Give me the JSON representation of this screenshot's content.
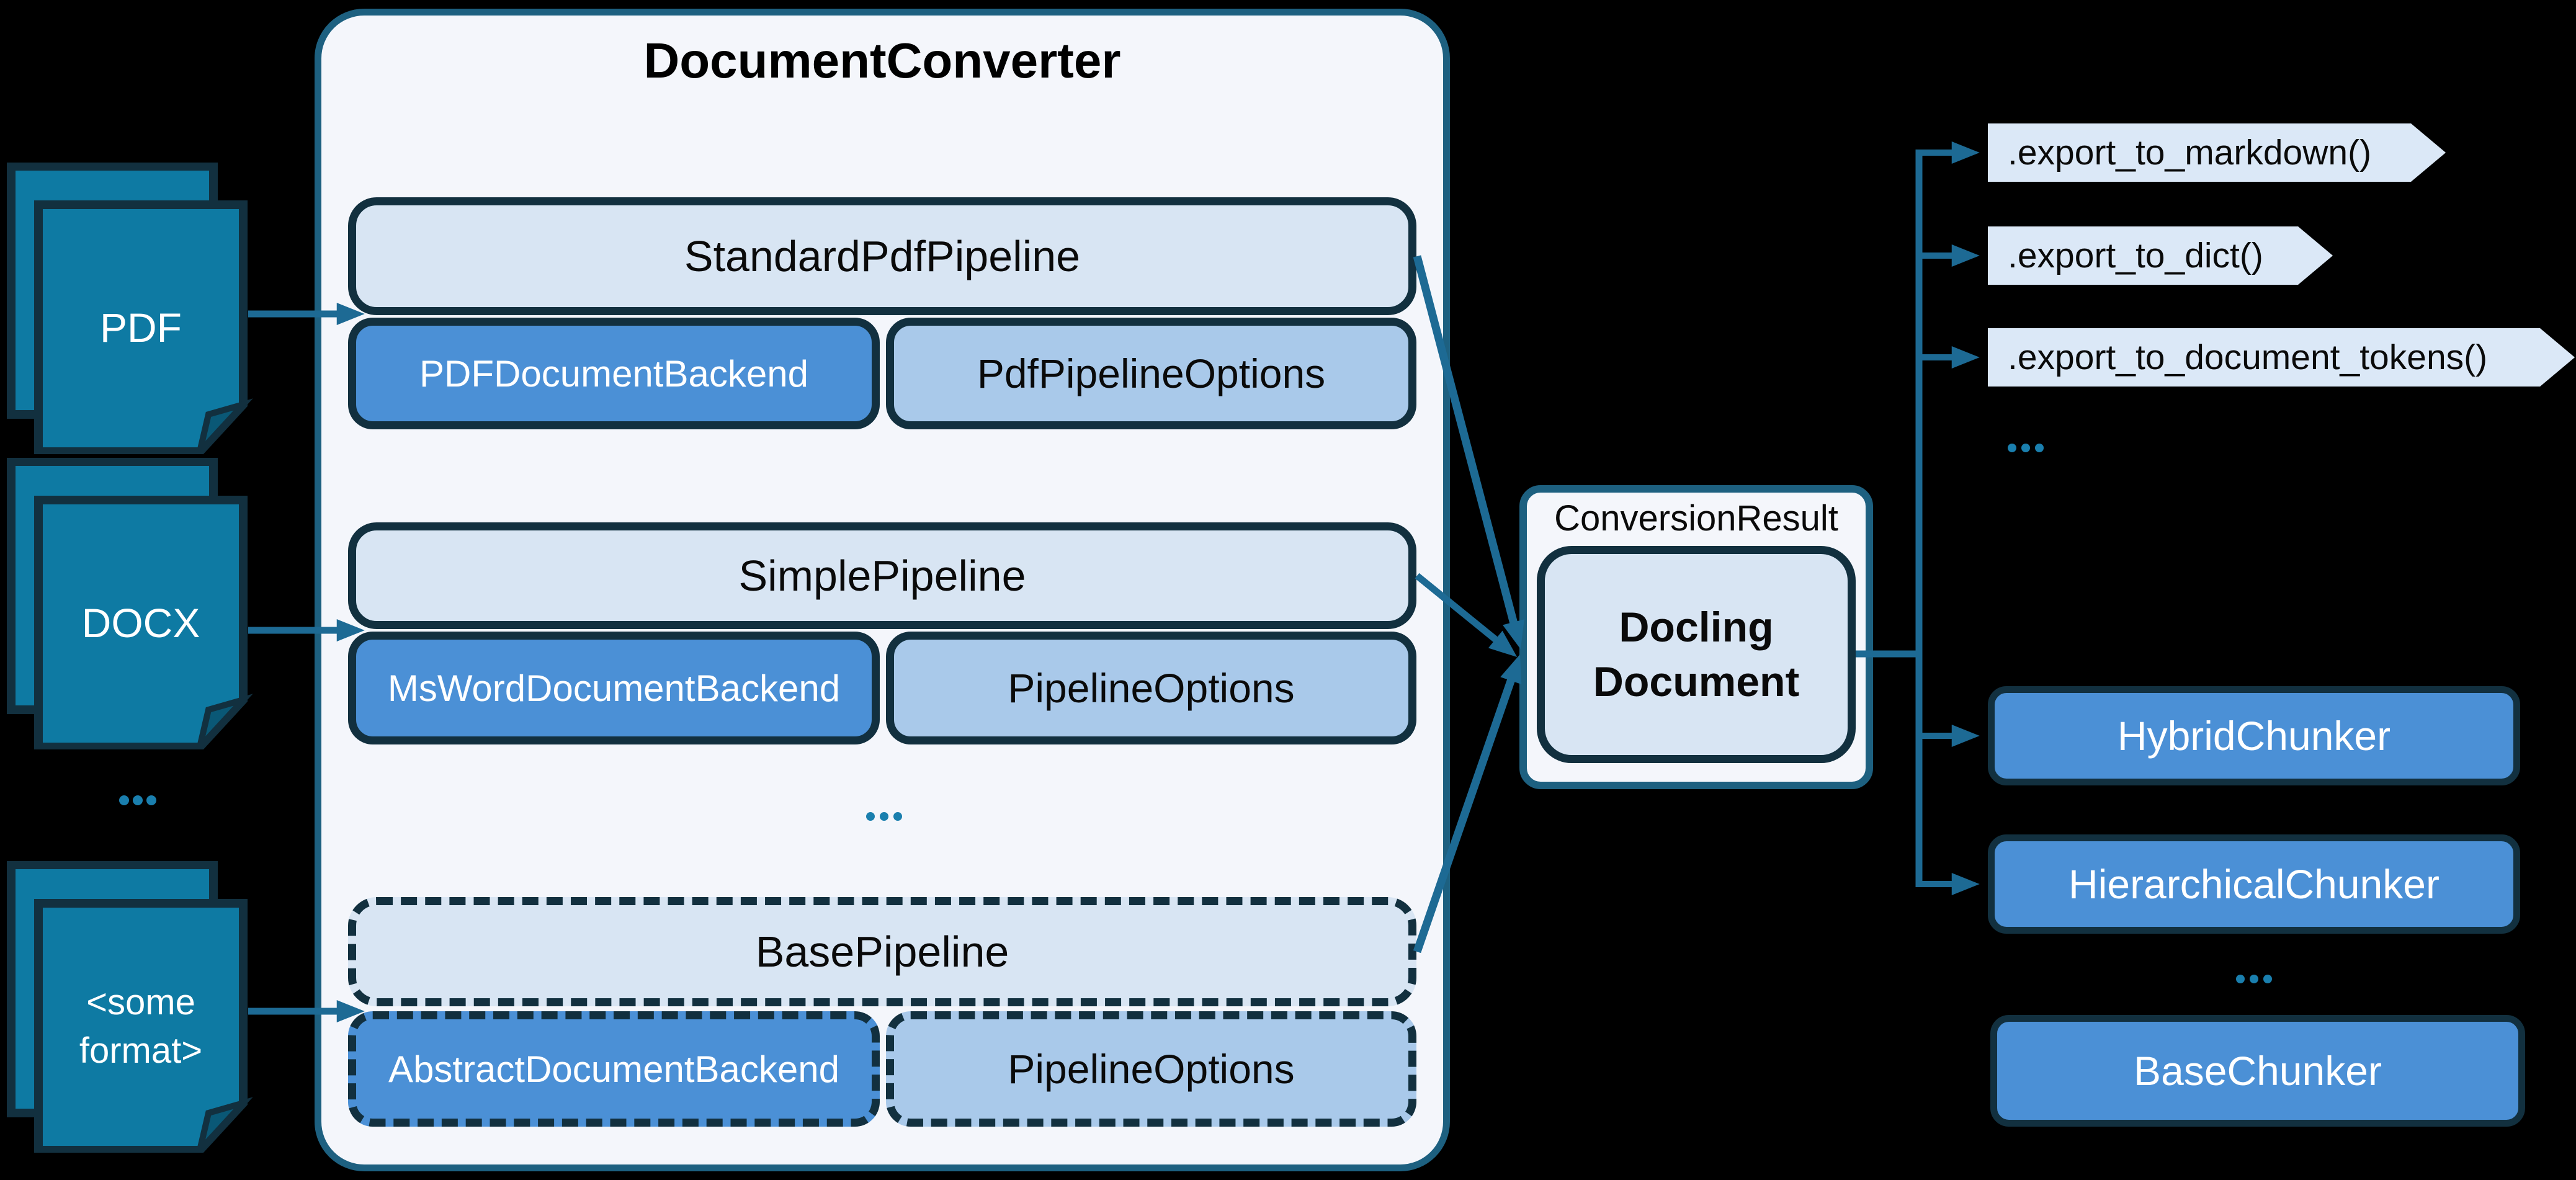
{
  "colors": {
    "background": "#000000",
    "container_fill": "#f4f6fb",
    "container_border": "#1d6080",
    "box_light_fill": "#d8e5f3",
    "box_border_dark": "#12303f",
    "backend_fill": "#4b90d6",
    "options_fill": "#a9c9ea",
    "icon_fill": "#0e7aa3",
    "icon_fold": "#0a5876",
    "arrow": "#1d6a94",
    "dots_color": "#1a7fae",
    "chevron_fill": "#dbe8f7",
    "text_dark": "#0a0a0a",
    "text_light": "#ffffff"
  },
  "inputs": {
    "items": [
      {
        "label": "PDF"
      },
      {
        "label": "DOCX"
      },
      {
        "label": "<some\nformat>"
      }
    ],
    "ellipsis": "..."
  },
  "converter": {
    "title": "DocumentConverter",
    "ellipsis": "...",
    "pipelines": [
      {
        "name": "StandardPdfPipeline",
        "backend": "PDFDocumentBackend",
        "options": "PdfPipelineOptions",
        "dashed": false
      },
      {
        "name": "SimplePipeline",
        "backend": "MsWordDocumentBackend",
        "options": "PipelineOptions",
        "dashed": false
      },
      {
        "name": "BasePipeline",
        "backend": "AbstractDocumentBackend",
        "options": "PipelineOptions",
        "dashed": true
      }
    ]
  },
  "result": {
    "label": "ConversionResult",
    "document": "Docling\nDocument"
  },
  "outputs": {
    "exports": [
      {
        "label": ".export_to_markdown()"
      },
      {
        "label": ".export_to_dict()"
      },
      {
        "label": ".export_to_document_tokens()"
      }
    ],
    "exports_ellipsis": "...",
    "chunkers": [
      {
        "label": "HybridChunker"
      },
      {
        "label": "HierarchicalChunker"
      }
    ],
    "chunkers_ellipsis": "...",
    "base_chunker": "BaseChunker"
  }
}
